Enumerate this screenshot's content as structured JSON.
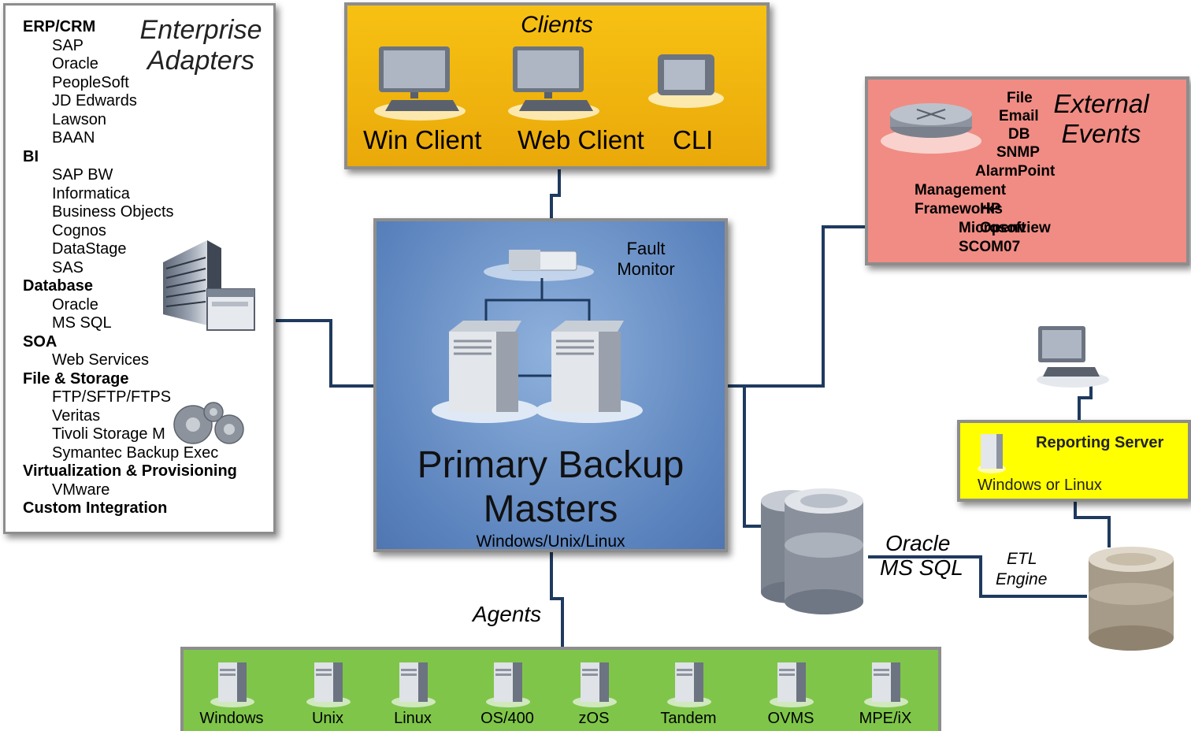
{
  "adapters": {
    "title_line1": "Enterprise",
    "title_line2": "Adapters",
    "groups": [
      {
        "name": "ERP/CRM",
        "items": [
          "SAP",
          "Oracle",
          "PeopleSoft",
          "JD Edwards",
          "Lawson",
          "BAAN"
        ]
      },
      {
        "name": "BI",
        "items": [
          "SAP BW",
          "Informatica",
          "Business Objects",
          "Cognos",
          "DataStage",
          "SAS"
        ]
      },
      {
        "name": "Database",
        "items": [
          "Oracle",
          "MS SQL"
        ]
      },
      {
        "name": "SOA",
        "items": [
          "Web Services"
        ]
      },
      {
        "name": "File & Storage",
        "items": [
          "FTP/SFTP/FTPS",
          "Veritas",
          "Tivoli Storage M",
          "Symantec Backup Exec"
        ]
      },
      {
        "name": "Virtualization & Provisioning",
        "items": [
          "VMware"
        ]
      },
      {
        "name": "Custom Integration",
        "items": []
      }
    ]
  },
  "clients": {
    "title": "Clients",
    "win": "Win Client",
    "web": "Web Client",
    "cli": "CLI"
  },
  "events": {
    "title_line1": "External",
    "title_line2": "Events",
    "items": [
      "File",
      "Email",
      "DB",
      "SNMP",
      "AlarmPoint",
      "Management Frameworks",
      "HP Openview",
      "Microsoft SCOM07"
    ]
  },
  "masters": {
    "fault_line1": "Fault",
    "fault_line2": "Monitor",
    "title_line1": "Primary Backup",
    "title_line2": "Masters",
    "os": "Windows/Unix/Linux"
  },
  "db": {
    "line1": "Oracle",
    "line2": "MS SQL",
    "etl_line1": "ETL",
    "etl_line2": "Engine"
  },
  "reporting": {
    "title": "Reporting Server",
    "os": "Windows or Linux"
  },
  "agents": {
    "title": "Agents",
    "items": [
      "Windows",
      "Unix",
      "Linux",
      "OS/400",
      "zOS",
      "Tandem",
      "OVMS",
      "MPE/iX"
    ]
  }
}
